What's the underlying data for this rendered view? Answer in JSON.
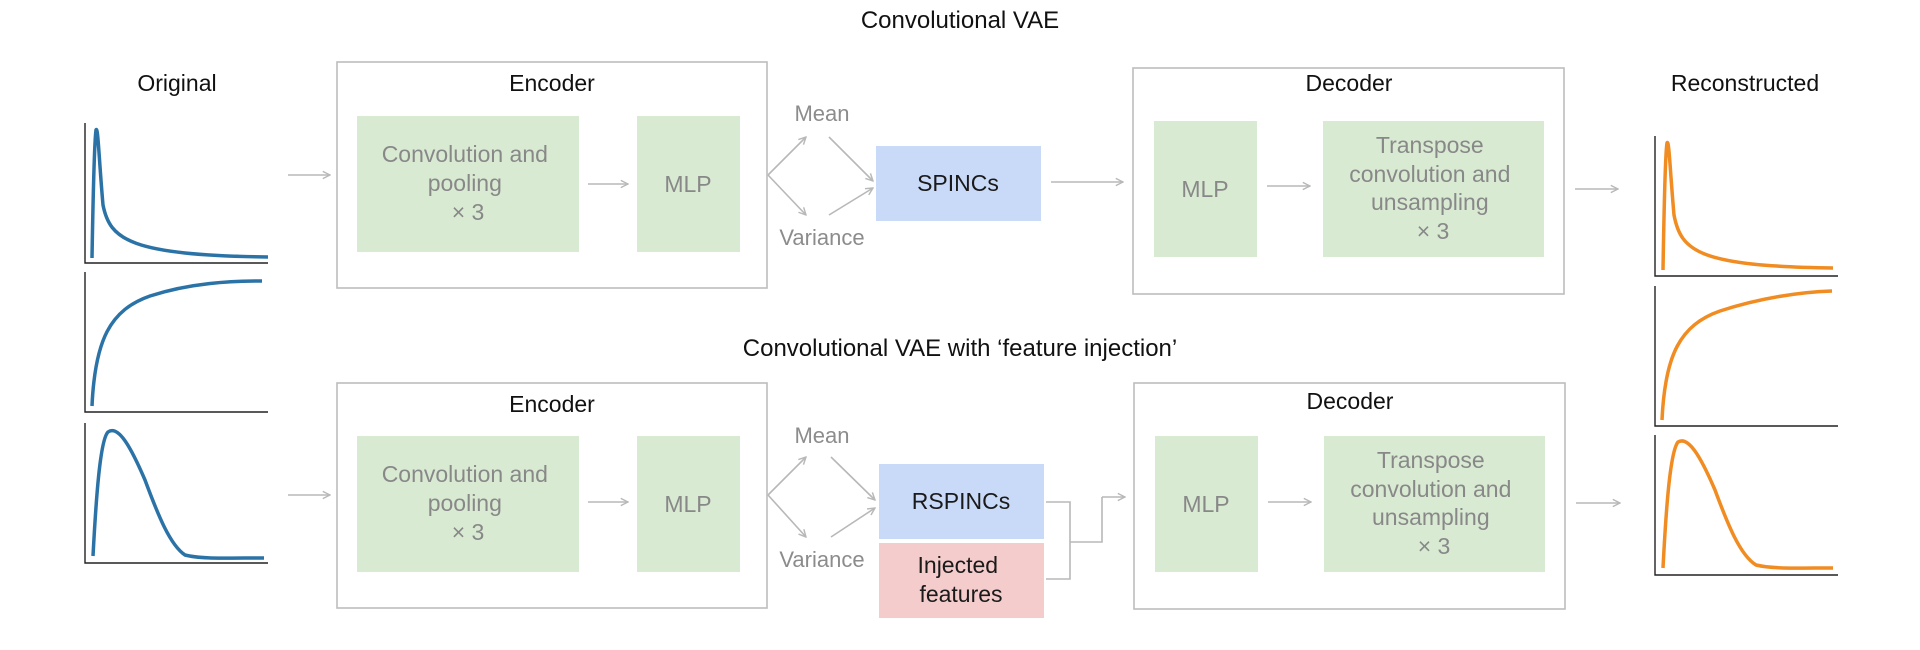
{
  "titles": {
    "top": "Convolutional VAE",
    "bottom": "Convolutional VAE with ‘feature injection’"
  },
  "left_column": {
    "label": "Original"
  },
  "right_column": {
    "label": "Reconstructed"
  },
  "top_row": {
    "encoder": {
      "title": "Encoder",
      "conv_lines": [
        "Convolution and",
        "pooling",
        "× 3"
      ],
      "mlp": "MLP"
    },
    "mean": "Mean",
    "variance": "Variance",
    "latent": "SPINCs",
    "decoder": {
      "title": "Decoder",
      "mlp": "MLP",
      "transpose_lines": [
        "Transpose",
        "convolution and",
        "unsampling",
        "× 3"
      ]
    }
  },
  "bottom_row": {
    "encoder": {
      "title": "Encoder",
      "conv_lines": [
        "Convolution and",
        "pooling",
        "× 3"
      ],
      "mlp": "MLP"
    },
    "mean": "Mean",
    "variance": "Variance",
    "latent": "RSPINCs",
    "injected_lines": [
      "Injected",
      "features"
    ],
    "decoder": {
      "title": "Decoder",
      "mlp": "MLP",
      "transpose_lines": [
        "Transpose",
        "convolution and",
        "unsampling",
        "× 3"
      ]
    }
  },
  "colors": {
    "block_green": "#d9ead3",
    "latent_blue": "#c9daf8",
    "injected_pink": "#f4cccc",
    "original_curve": "#2b73a6",
    "reconstructed_curve": "#f08c21",
    "arrow_gray": "#b8b8b8",
    "frame_gray": "#bdbdbd"
  }
}
